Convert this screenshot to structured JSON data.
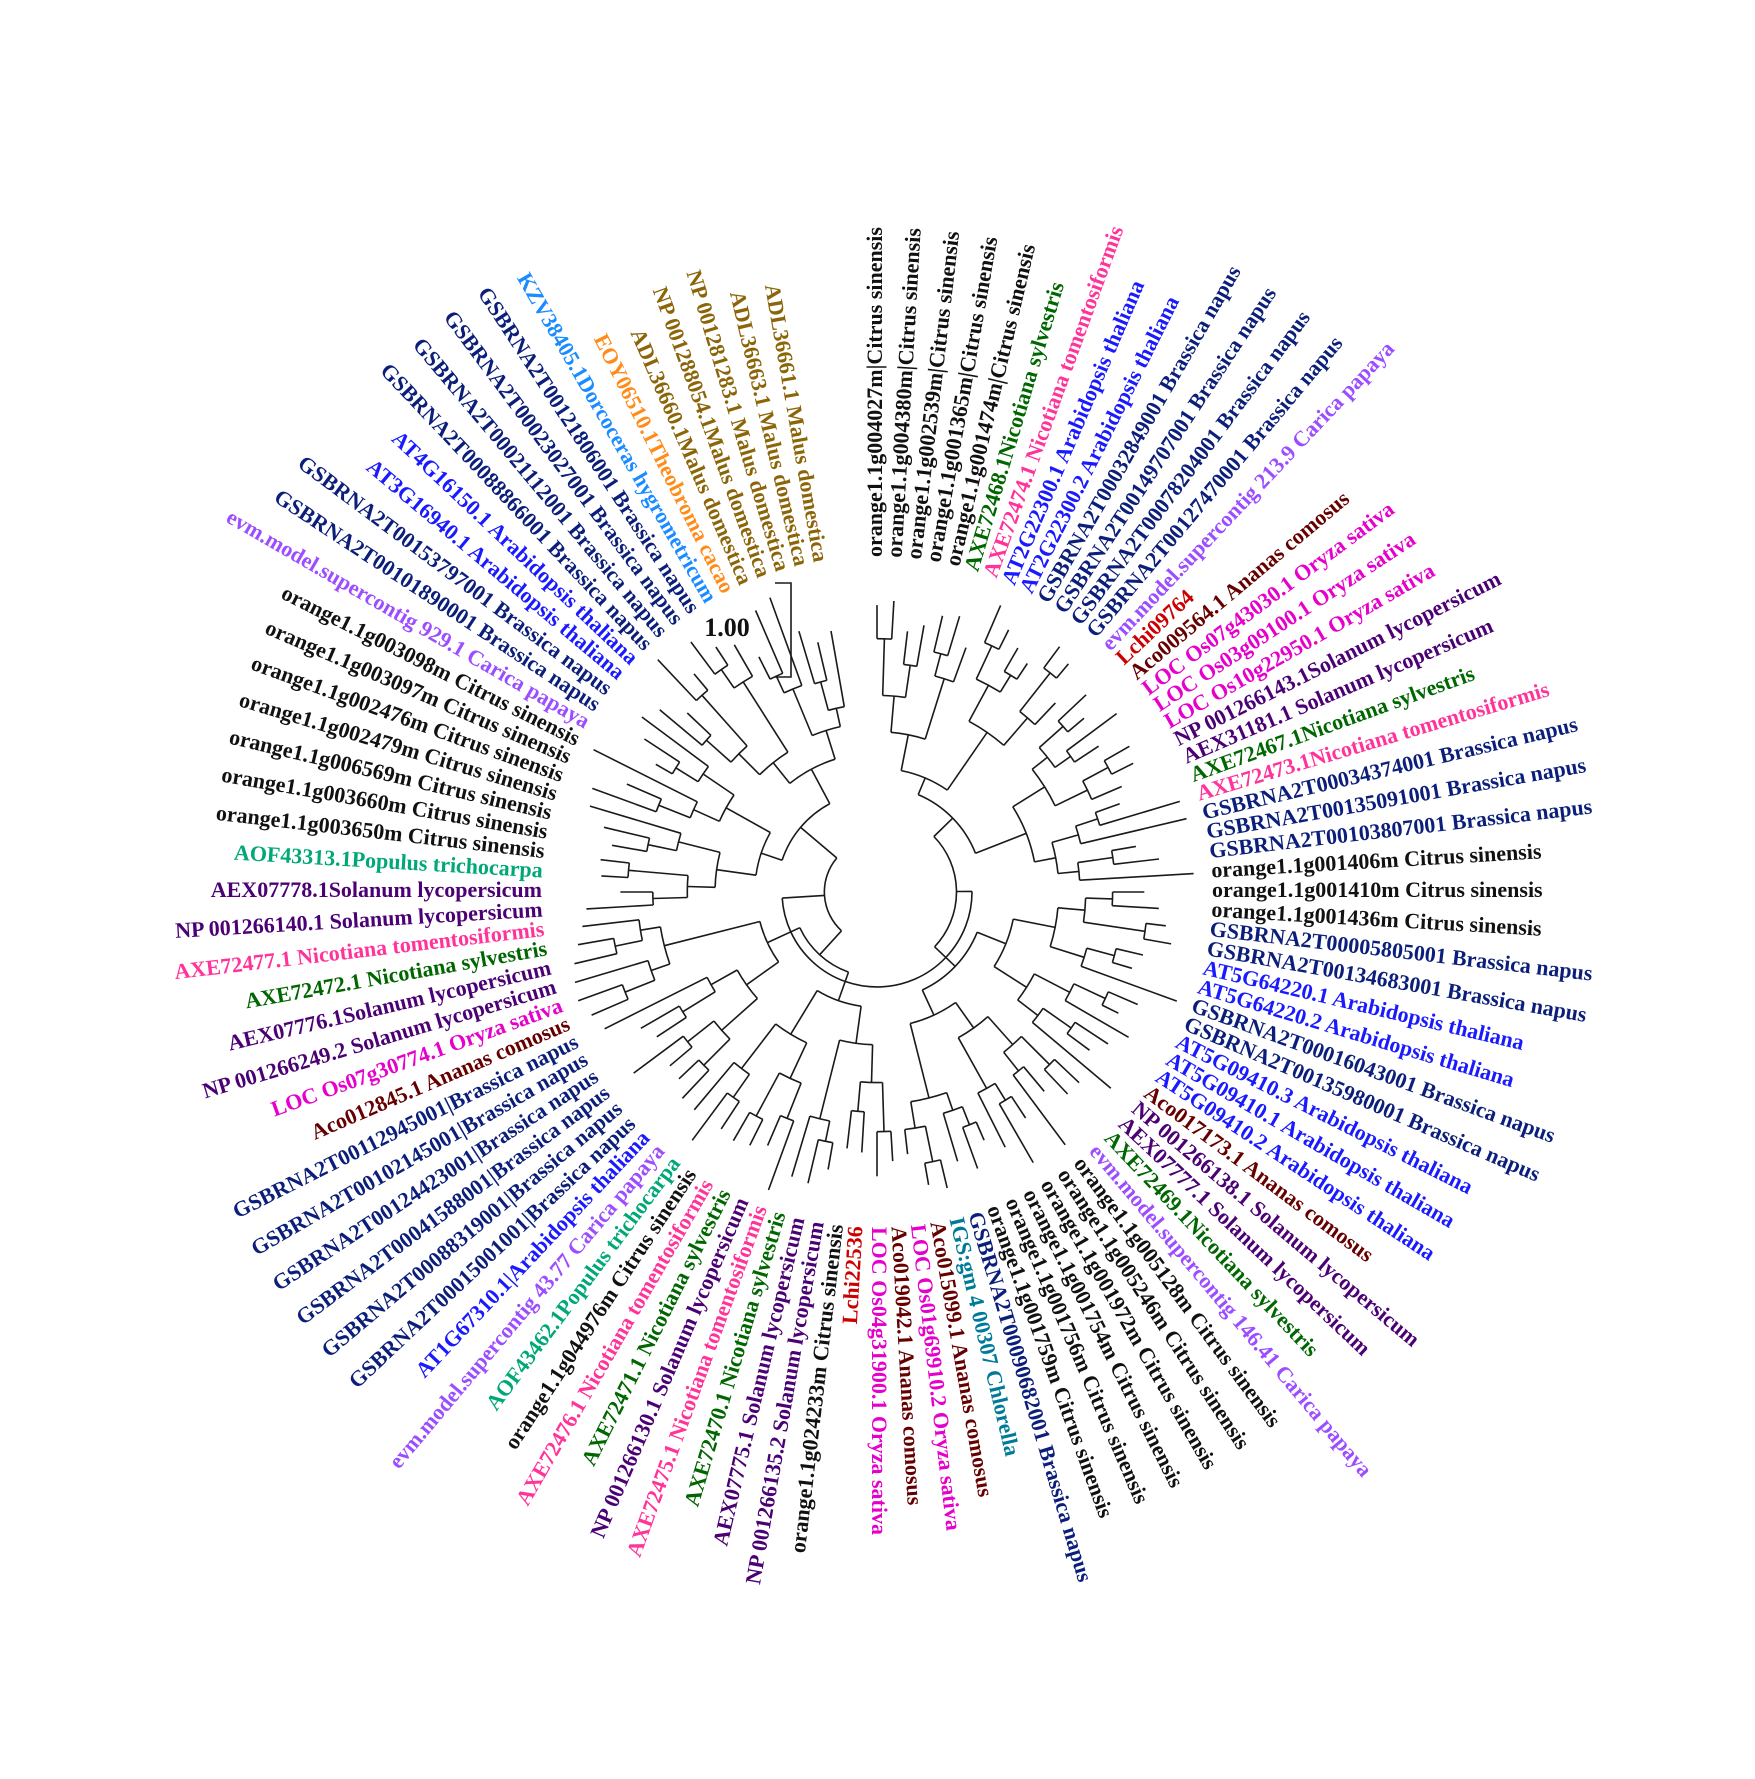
{
  "scale_bar": {
    "label": "1.00"
  },
  "colors": {
    "black": "#111111",
    "navy": "#0b1f7a",
    "blue": "#1a1aff",
    "magenta": "#e600cc",
    "pink": "#ff3399",
    "purple": "#9b4dff",
    "dkpurple": "#4b0073",
    "green": "#006600",
    "brown": "#8b6508",
    "maroon": "#660000",
    "red": "#cc0000",
    "orange": "#ff8c1a",
    "skyblue": "#1a8cff",
    "teal": "#00a878",
    "cyan": "#007a99"
  },
  "leaves": [
    {
      "label": "orange1.1g004027m|Citrus sinensis",
      "color": "black"
    },
    {
      "label": "orange1.1g004380m|Citrus sinensis",
      "color": "black"
    },
    {
      "label": "orange1.1g002539m|Citrus sinensis",
      "color": "black"
    },
    {
      "label": "orange1.1g001365m|Citrus sinensis",
      "color": "black"
    },
    {
      "label": "orange1.1g001474m|Citrus sinensis",
      "color": "black"
    },
    {
      "label": "AXE72468.1Nicotiana sylvestris",
      "color": "green"
    },
    {
      "label": "AXE72474.1 Nicotiana tomentosiformis",
      "color": "pink"
    },
    {
      "label": "AT2G22300.1 Arabidopsis thaliana",
      "color": "blue"
    },
    {
      "label": "AT2G22300.2 Arabidopsis thaliana",
      "color": "blue"
    },
    {
      "label": "GSBRNA2T00032849001 Brassica napus",
      "color": "navy"
    },
    {
      "label": "GSBRNA2T00149707001 Brassica napus",
      "color": "navy"
    },
    {
      "label": "GSBRNA2T00078204001 Brassica napus",
      "color": "navy"
    },
    {
      "label": "GSBRNA2T00127470001 Brassica napus",
      "color": "navy"
    },
    {
      "label": "evm.model.supercontig 213.9 Carica papaya",
      "color": "purple"
    },
    {
      "label": "Lchi09764",
      "color": "red"
    },
    {
      "label": "Aco009564.1 Ananas comosus",
      "color": "maroon"
    },
    {
      "label": "LOC Os07g43030.1 Oryza sativa",
      "color": "magenta"
    },
    {
      "label": "LOC Os03g09100.1 Oryza sativa",
      "color": "magenta"
    },
    {
      "label": "LOC Os10g22950.1 Oryza sativa",
      "color": "magenta"
    },
    {
      "label": "NP 001266143.1Solanum lycopersicum",
      "color": "dkpurple"
    },
    {
      "label": "AEX31181.1 Solanum lycopersicum",
      "color": "dkpurple"
    },
    {
      "label": "AXE72467.1Nicotiana sylvestris",
      "color": "green"
    },
    {
      "label": "AXE72473.1Nicotiana tomentosiformis",
      "color": "pink"
    },
    {
      "label": "GSBRNA2T00034374001 Brassica napus",
      "color": "navy"
    },
    {
      "label": "GSBRNA2T00135091001 Brassica napus",
      "color": "navy"
    },
    {
      "label": "GSBRNA2T00103807001 Brassica napus",
      "color": "navy"
    },
    {
      "label": "orange1.1g001406m Citrus sinensis",
      "color": "black"
    },
    {
      "label": "orange1.1g001410m Citrus sinensis",
      "color": "black"
    },
    {
      "label": "orange1.1g001436m Citrus sinensis",
      "color": "black"
    },
    {
      "label": "GSBRNA2T00005805001 Brassica napus",
      "color": "navy"
    },
    {
      "label": "GSBRNA2T00134683001 Brassica napus",
      "color": "navy"
    },
    {
      "label": "AT5G64220.1 Arabidopsis thaliana",
      "color": "blue"
    },
    {
      "label": "AT5G64220.2 Arabidopsis thaliana",
      "color": "blue"
    },
    {
      "label": "GSBRNA2T00016043001 Brassica napus",
      "color": "navy"
    },
    {
      "label": "GSBRNA2T00135980001 Brassica napus",
      "color": "navy"
    },
    {
      "label": "AT5G09410.3 Arabidopsis thaliana",
      "color": "blue"
    },
    {
      "label": "AT5G09410.1 Arabidopsis thaliana",
      "color": "blue"
    },
    {
      "label": "AT5G09410.2 Arabidopsis thaliana",
      "color": "blue"
    },
    {
      "label": "Aco017173.1 Ananas comosus",
      "color": "maroon"
    },
    {
      "label": "NP 001266138.1 Solanum lycopersicum",
      "color": "dkpurple"
    },
    {
      "label": "AEX07777.1 Solanum lycopersicum",
      "color": "dkpurple"
    },
    {
      "label": "AXE72469.1Nicotiana sylvestris",
      "color": "green"
    },
    {
      "label": "evm.model.supercontig 146.41 Carica papaya",
      "color": "purple"
    },
    {
      "label": "orange1.1g005128m Citrus sinensis",
      "color": "black"
    },
    {
      "label": "orange1.1g005246m Citrus sinensis",
      "color": "black"
    },
    {
      "label": "orange1.1g001972m Citrus sinensis",
      "color": "black"
    },
    {
      "label": "orange1.1g001754m Citrus sinensis",
      "color": "black"
    },
    {
      "label": "orange1.1g001756m Citrus sinensis",
      "color": "black"
    },
    {
      "label": "orange1.1g001759m Citrus sinensis",
      "color": "black"
    },
    {
      "label": "GSBRNA2T00090682001 Brassica napus",
      "color": "navy"
    },
    {
      "label": "IGS:gm 4 00307 Chlorella",
      "color": "cyan"
    },
    {
      "label": "Aco015099.1 Ananas comosus",
      "color": "maroon"
    },
    {
      "label": "LOC Os01g69910.2 Oryza sativa",
      "color": "magenta"
    },
    {
      "label": "Aco019042.1 Ananas comosus",
      "color": "maroon"
    },
    {
      "label": "LOC Os04g31900.1 Oryza sativa",
      "color": "magenta"
    },
    {
      "label": "Lchi22536",
      "color": "red"
    },
    {
      "label": "orange1.1g024233m Citrus sinensis",
      "color": "black"
    },
    {
      "label": "NP 001266135.2 Solanum lycopersicum",
      "color": "dkpurple"
    },
    {
      "label": "AEX07775.1 Solanum lycopersicum",
      "color": "dkpurple"
    },
    {
      "label": "AXE72470.1 Nicotiana sylvestris",
      "color": "green"
    },
    {
      "label": "AXE72475.1 Nicotiana tomentosiformis",
      "color": "pink"
    },
    {
      "label": "NP 001266130.1 Solanum lycopersicum",
      "color": "dkpurple"
    },
    {
      "label": "AXE72471.1 Nicotiana sylvestris",
      "color": "green"
    },
    {
      "label": "AXE72476.1 Nicotiana tomentosiformis",
      "color": "pink"
    },
    {
      "label": "orange1.1g044976m Citrus sinensis",
      "color": "black"
    },
    {
      "label": "AOF43462.1Populus trichocarpa",
      "color": "teal"
    },
    {
      "label": "evm.model.supercontig 43.77 Carica papaya",
      "color": "purple"
    },
    {
      "label": "AT1G67310.1|Arabidopsis thaliana",
      "color": "blue"
    },
    {
      "label": "GSBRNA2T00015001001|Brassica napus",
      "color": "navy"
    },
    {
      "label": "GSBRNA2T00088319001|Brassica napus",
      "color": "navy"
    },
    {
      "label": "GSBRNA2T00041588001|Brassica napus",
      "color": "navy"
    },
    {
      "label": "GSBRNA2T00124423001|Brassica napus",
      "color": "navy"
    },
    {
      "label": "GSBRNA2T00102145001|Brassica napus",
      "color": "navy"
    },
    {
      "label": "GSBRNA2T00112945001|Brassica napus",
      "color": "navy"
    },
    {
      "label": "Aco012845.1 Ananas comosus",
      "color": "maroon"
    },
    {
      "label": "LOC Os07g30774.1 Oryza sativa",
      "color": "magenta"
    },
    {
      "label": "NP 001266249.2 Solanum lycopersicum",
      "color": "dkpurple"
    },
    {
      "label": "AEX07776.1Solanum lycopersicum",
      "color": "dkpurple"
    },
    {
      "label": "AXE72472.1 Nicotiana sylvestris",
      "color": "green"
    },
    {
      "label": "AXE72477.1 Nicotiana tomentosiformis",
      "color": "pink"
    },
    {
      "label": "NP 001266140.1 Solanum lycopersicum",
      "color": "dkpurple"
    },
    {
      "label": "AEX07778.1Solanum lycopersicum",
      "color": "dkpurple"
    },
    {
      "label": "AOF43313.1Populus trichocarpa",
      "color": "teal"
    },
    {
      "label": "orange1.1g003650m Citrus sinensis",
      "color": "black"
    },
    {
      "label": "orange1.1g003660m Citrus sinensis",
      "color": "black"
    },
    {
      "label": "orange1.1g006569m Citrus sinensis",
      "color": "black"
    },
    {
      "label": "orange1.1g002479m Citrus sinensis",
      "color": "black"
    },
    {
      "label": "orange1.1g002476m Citrus sinensis",
      "color": "black"
    },
    {
      "label": "orange1.1g003097m Citrus sinensis",
      "color": "black"
    },
    {
      "label": "orange1.1g003098m Citrus sinensis",
      "color": "black"
    },
    {
      "label": "evm.model.supercontig 929.1 Carica papaya",
      "color": "purple"
    },
    {
      "label": "GSBRNA2T00101890001 Brassica napus",
      "color": "navy"
    },
    {
      "label": "GSBRNA2T00153797001 Brassica napus",
      "color": "navy"
    },
    {
      "label": "AT3G16940.1 Arabidopsis thaliana",
      "color": "blue"
    },
    {
      "label": "AT4G16150.1 Arabidopsis thaliana",
      "color": "blue"
    },
    {
      "label": "GSBRNA2T00088866001 Brassica napus",
      "color": "navy"
    },
    {
      "label": "GSBRNA2T00021112001 Brassica napus",
      "color": "navy"
    },
    {
      "label": "GSBRNA2T00023027001 Brassica napus",
      "color": "navy"
    },
    {
      "label": "GSBRNA2T00121806001 Brassica napus",
      "color": "navy"
    },
    {
      "label": "KZV38405.1Dorcoceras hygrometricum",
      "color": "skyblue"
    },
    {
      "label": "EOY06510.1Theobroma cacao",
      "color": "orange"
    },
    {
      "label": "ADL36660.1Malus domestica",
      "color": "brown"
    },
    {
      "label": "NP 001288054.1Malus domestica",
      "color": "brown"
    },
    {
      "label": "NP 001281283.1 Malus domestica",
      "color": "brown"
    },
    {
      "label": "ADL36663.1 Malus domestica",
      "color": "brown"
    },
    {
      "label": "ADL36661.1 Malus domestica",
      "color": "brown"
    }
  ]
}
